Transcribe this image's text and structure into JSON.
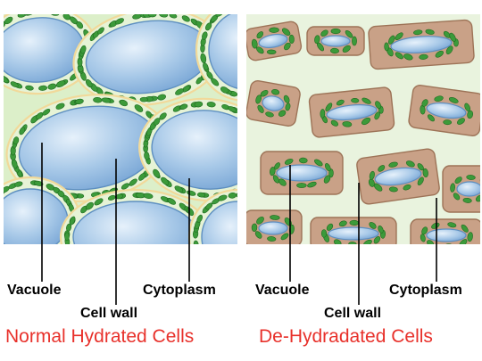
{
  "left": {
    "labels": {
      "vacuole": "Vacuole",
      "cell_wall": "Cell wall",
      "cytoplasm": "Cytoplasm"
    },
    "caption": "Normal Hydrated Cells"
  },
  "right": {
    "labels": {
      "vacuole": "Vacuole",
      "cell_wall": "Cell wall",
      "cytoplasm": "Cytoplasm"
    },
    "caption": "De-Hydradated Cells"
  },
  "colors": {
    "cell_wall_bg": "#dcefc9",
    "cell_wall_edge": "#f1d99a",
    "cytoplasm_dehydrated": "#c9a187",
    "vacuole": "#a8c9e8",
    "vacuole_edge": "#5e8fc0",
    "chloroplast": "#3c9a3a",
    "caption": "#e8312b"
  }
}
